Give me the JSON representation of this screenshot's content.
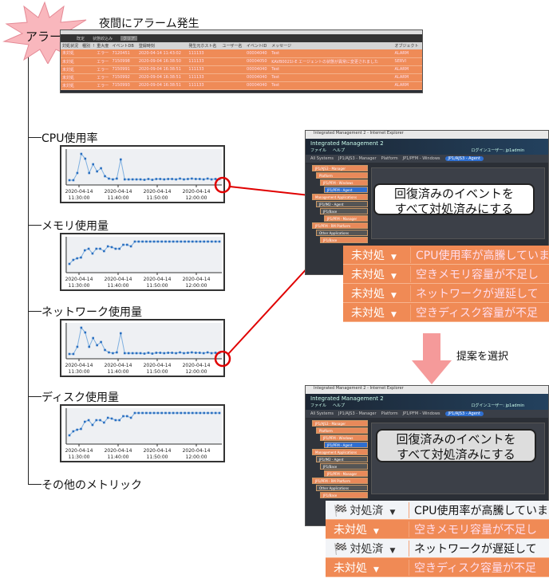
{
  "alarm_badge": "アラーム",
  "night_caption": "夜間にアラーム発生",
  "alarm_window": {
    "toolbar": [
      "既定",
      "状態絞込み",
      "クリア"
    ],
    "columns": [
      "対処状況",
      "種別",
      "!",
      "重大度",
      "イベントDB",
      "登録時刻",
      "発生元ホスト名",
      "ユーザー名",
      "イベントID",
      "メッセージ",
      "オブジェクト"
    ],
    "rows": [
      {
        "status": "未対処",
        "severity": "エラー",
        "serial": "7120451",
        "time": "2020-04-14 11:43:02",
        "host": "111133",
        "event_id": "00004040",
        "message": "Test",
        "object": "ALARM"
      },
      {
        "status": "未対処",
        "severity": "エラー",
        "serial": "7150998",
        "time": "2020-09-04 16:38:50",
        "host": "111133",
        "event_id": "00004050",
        "message": "KAVB0021I-E エージェントの状態が異常に変更されました",
        "object": "SERVI"
      },
      {
        "status": "未対処",
        "severity": "エラー",
        "serial": "7150991",
        "time": "2020-09-04 16:38:51",
        "host": "111133",
        "event_id": "00004040",
        "message": "Test",
        "object": "ALARM"
      },
      {
        "status": "未対処",
        "severity": "エラー",
        "serial": "7150992",
        "time": "2020-09-04 16:38:51",
        "host": "111133",
        "event_id": "00004040",
        "message": "Test",
        "object": "ALARM"
      },
      {
        "status": "未対処",
        "severity": "エラー",
        "serial": "7150993",
        "time": "2020-09-04 16:38:51",
        "host": "111133",
        "event_id": "00004040",
        "message": "Test",
        "object": "ALARM"
      }
    ]
  },
  "metrics": [
    {
      "label": "CPU使用率"
    },
    {
      "label": "メモリ使用量"
    },
    {
      "label": "ネットワーク使用量"
    },
    {
      "label": "ディスク使用量"
    },
    {
      "label": "その他のメトリック"
    }
  ],
  "chart_data": [
    {
      "type": "line",
      "title": "CPU使用率",
      "x_ticks": [
        "2020-04-14 11:30:00",
        "2020-04-14 11:40:00",
        "2020-04-14 11:50:00",
        "2020-04-14 12:00:00"
      ],
      "ylim": [
        0,
        4
      ],
      "grid": false,
      "color": "#2a6fc0",
      "values": [
        0.4,
        0.4,
        1.3,
        3.7,
        3.1,
        1.3,
        2.4,
        1.5,
        1.9,
        0.9,
        0.6,
        0.5,
        0.6,
        3.0,
        0.5,
        0.5,
        0.5,
        0.5,
        0.5,
        0.45,
        0.55,
        0.45,
        0.55,
        0.55,
        0.5,
        0.55,
        0.55,
        0.5,
        0.6,
        0.5,
        0.55,
        0.6,
        0.55,
        0.55,
        0.5,
        0.6,
        0.5,
        0.55,
        0.55
      ]
    },
    {
      "type": "line",
      "title": "メモリ使用量",
      "x_ticks": [
        "2020-04-14 11:30:00",
        "2020-04-14 11:40:00",
        "2020-04-14 11:50:00",
        "2020-04-14 12:00:00"
      ],
      "ylim": [
        0,
        4
      ],
      "grid": false,
      "color": "#2a6fc0",
      "values": [
        0.9,
        1.4,
        1.6,
        1.7,
        2.6,
        2.8,
        2.2,
        2.8,
        2.8,
        2.5,
        3.1,
        3.0,
        2.8,
        2.8,
        3.3,
        3.3,
        3.1,
        3.7,
        3.7,
        3.7,
        3.7,
        3.7,
        3.7,
        3.7,
        3.7,
        3.7,
        3.7,
        3.7,
        3.7,
        3.7,
        3.7,
        3.7,
        3.7,
        3.7,
        3.7,
        3.7,
        3.7,
        3.7,
        3.7,
        3.7
      ]
    },
    {
      "type": "line",
      "title": "ネットワーク使用量",
      "x_ticks": [
        "2020-04-14 11:30:00",
        "2020-04-14 11:40:00",
        "2020-04-14 11:50:00",
        "2020-04-14 12:00:00"
      ],
      "ylim": [
        0,
        4
      ],
      "grid": false,
      "color": "#2a6fc0",
      "values": [
        0.4,
        0.4,
        1.3,
        3.7,
        3.1,
        1.3,
        2.4,
        1.5,
        1.9,
        0.9,
        0.6,
        0.5,
        0.6,
        3.0,
        0.5,
        0.5,
        0.5,
        0.5,
        0.5,
        0.45,
        0.55,
        0.45,
        0.55,
        0.55,
        0.5,
        0.55,
        0.55,
        0.5,
        0.6,
        0.5,
        0.55,
        0.6,
        0.55,
        0.55,
        0.5,
        0.6,
        0.5,
        0.55,
        0.55
      ]
    },
    {
      "type": "line",
      "title": "ディスク使用量",
      "x_ticks": [
        "2020-04-14 11:30:00",
        "2020-04-14 11:40:00",
        "2020-04-14 11:50:00",
        "2020-04-14 12:00:00"
      ],
      "ylim": [
        0,
        4
      ],
      "grid": false,
      "color": "#2a6fc0",
      "values": [
        0.9,
        1.4,
        1.6,
        1.7,
        2.6,
        2.8,
        2.2,
        2.8,
        2.8,
        2.5,
        3.1,
        3.0,
        2.8,
        2.8,
        3.3,
        3.3,
        3.1,
        3.7,
        3.7,
        3.7,
        3.7,
        3.7,
        3.7,
        3.7,
        3.7,
        3.7,
        3.7,
        3.7,
        3.7,
        3.7,
        3.7,
        3.7,
        3.7,
        3.7,
        3.7,
        3.7,
        3.7,
        3.7,
        3.7,
        3.7
      ]
    }
  ],
  "im_window": {
    "title": "Integrated Management 2 - Internet Explorer",
    "app_name": "Integrated Management 2",
    "menu": [
      "ファイル",
      "ヘルプ"
    ],
    "login": "ログインユーザー: jp1admin",
    "breadcrumbs": [
      "All Systems",
      "JP1/AJS3 - Manager",
      "Platform",
      "JP1/PFM - Windows",
      "JP1/AJS3 - Agent"
    ],
    "tree_nodes": [
      "JP1/AJS3 - Manager",
      "Platform",
      "JP1/PFM - Windows",
      "JP1/PFM - Agent",
      "Management Applications",
      "JP1/IM2 - Agent",
      "JP1/Base",
      "JP1/PFM - Manager",
      "JP1/PFM - RM Platform",
      "Other Applications",
      "JP1/Base"
    ]
  },
  "suggestion_callout": {
    "line1": "回復済みのイベントを",
    "line2": "すべて対処済みにする"
  },
  "arrow_caption": "提案を選択",
  "before_rows": [
    {
      "status": "未対処",
      "message": "CPU使用率が高騰していま"
    },
    {
      "status": "未対処",
      "message": "空きメモリ容量が不足し"
    },
    {
      "status": "未対処",
      "message": "ネットワークが遅延して"
    },
    {
      "status": "未対処",
      "message": "空きディスク容量が不足"
    }
  ],
  "after_rows": [
    {
      "status": "対処済",
      "message": "CPU使用率が高騰していま",
      "handled": true
    },
    {
      "status": "未対処",
      "message": "空きメモリ容量が不足し",
      "handled": false
    },
    {
      "status": "対処済",
      "message": "ネットワークが遅延して",
      "handled": true
    },
    {
      "status": "未対処",
      "message": "空きディスク容量が不足",
      "handled": false
    }
  ],
  "colors": {
    "unhandled": "#f08a55",
    "handled": "#f2f4f7",
    "highlight": "#e00000",
    "arrow": "#f59a9a",
    "alarm_star": "#f9b7bd"
  }
}
